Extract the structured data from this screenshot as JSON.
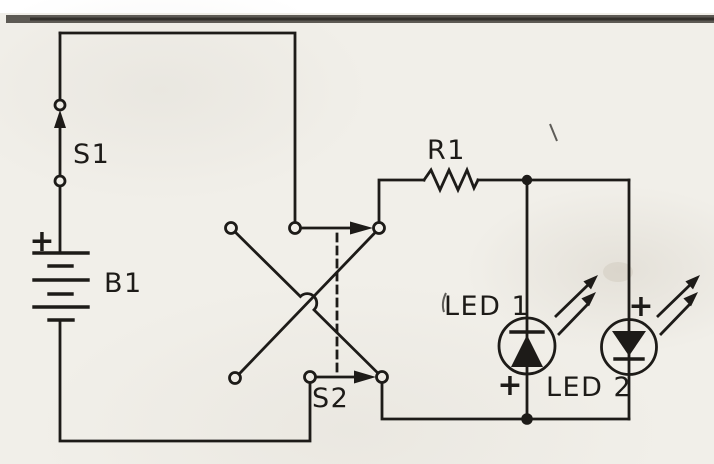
{
  "image_type": "scanned-circuit-schematic",
  "colors": {
    "paper": "#f1efe9",
    "ink": "#1d1b18"
  },
  "components": {
    "b1": {
      "label": "B1",
      "type": "battery",
      "polarity_mark": "+"
    },
    "s1": {
      "label": "S1",
      "type": "spst-switch"
    },
    "s2": {
      "label": "S2",
      "type": "dpdt-reversing-switch"
    },
    "r1": {
      "label": "R1",
      "type": "resistor"
    },
    "led1": {
      "label": "LED 1",
      "type": "led-anode-down",
      "polarity_mark": "+"
    },
    "led2": {
      "label": "LED 2",
      "type": "led-anode-up",
      "polarity_mark": "+"
    }
  }
}
